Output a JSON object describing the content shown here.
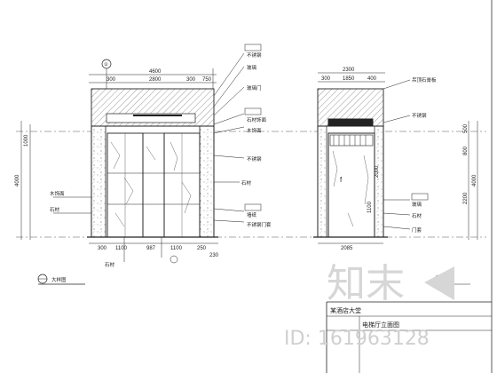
{
  "drawing": {
    "left_elevation": {
      "grid_bubble": "①",
      "top_dims": [
        "4600",
        "300",
        "2800",
        "300",
        "750"
      ],
      "bottom_dims": [
        "300",
        "1100",
        "987",
        "1100",
        "250"
      ],
      "bottom_extra": "230",
      "left_vertical": [
        "4000",
        "1000"
      ],
      "annotations": [
        "木饰面",
        "石材",
        "不锈钢",
        "玻璃",
        "玻璃门",
        "石材饰面",
        "木饰面",
        "不锈钢",
        "石材",
        "墙纸",
        "不锈钢门套",
        "石材"
      ],
      "note": "大样图"
    },
    "right_elevation": {
      "top_dims": [
        "2300",
        "300",
        "1850",
        "400"
      ],
      "bottom_dims": [
        "2085"
      ],
      "right_vertical": [
        "500",
        "800",
        "2200",
        "4000"
      ],
      "inner_dims": [
        "1100",
        "2000"
      ],
      "annotations": [
        "吊顶石膏板",
        "不锈钢",
        "玻璃",
        "石材",
        "门套"
      ],
      "figure_label": "f"
    },
    "title_block": {
      "line1": "某酒店大堂",
      "line2": "电梯厅立面图"
    }
  },
  "watermark": {
    "brand": "知末",
    "id_text": "ID: 161963128"
  }
}
